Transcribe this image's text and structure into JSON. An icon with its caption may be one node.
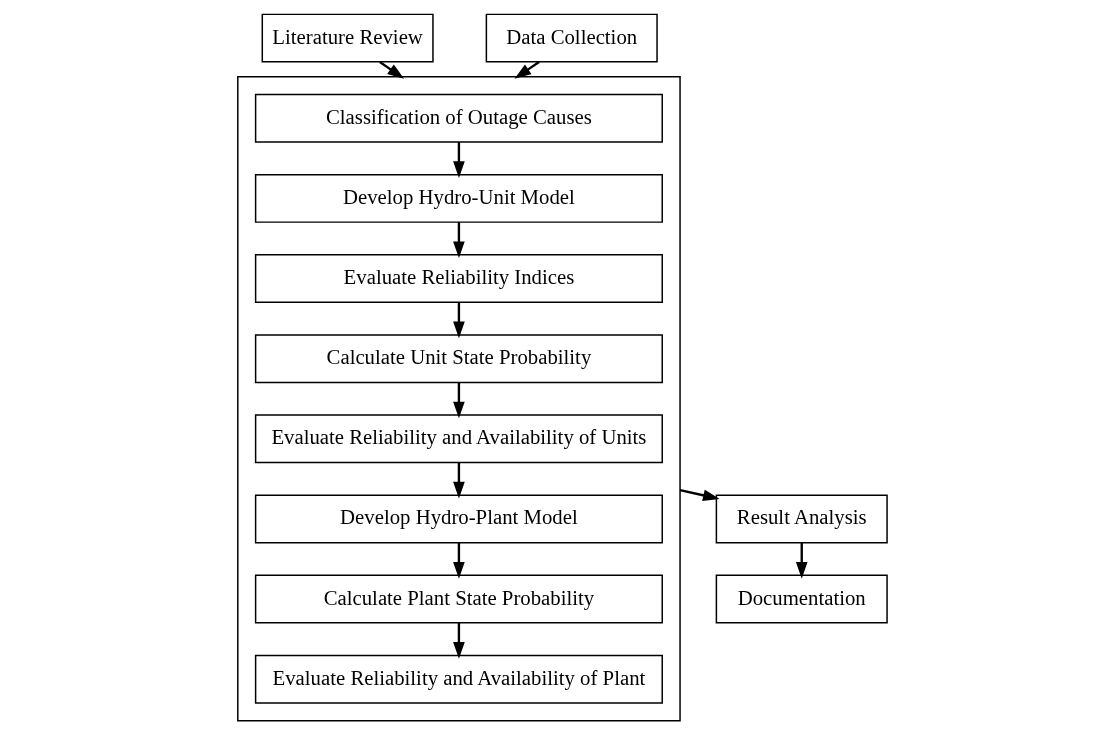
{
  "diagram": {
    "nodes": [
      {
        "text": [
          "Literature Review"
        ]
      },
      {
        "text": [
          "Data Collection"
        ]
      },
      {
        "text": [],
        "shape": "box"
      },
      {
        "text": [
          "Classification of Outage Causes"
        ],
        "in": 2
      },
      {
        "text": [
          "Develop Hydro-Unit Model"
        ],
        "in": 2
      },
      {
        "text": [
          "Evaluate Reliability Indices"
        ],
        "in": 2
      },
      {
        "text": [
          "Calculate Unit State Probability"
        ],
        "in": 2
      },
      {
        "text": [
          "Evaluate Reliability and Availability of Units"
        ],
        "in": 2
      },
      {
        "text": [
          "Develop Hydro-Plant Model"
        ],
        "in": 2
      },
      {
        "text": [
          "Calculate Plant State Probability"
        ],
        "in": 2
      },
      {
        "text": [
          "Evaluate Reliability and Availability of Plant"
        ],
        "in": 2
      },
      {
        "text": [
          "Result Analysis"
        ]
      },
      {
        "text": [
          "Documentation"
        ]
      }
    ],
    "edges": [
      {
        "from": 0,
        "to": 2,
        "arrow": "to"
      },
      {
        "from": 1,
        "to": 2,
        "arrow": "to"
      },
      {
        "from": 3,
        "to": 4,
        "arrow": "to"
      },
      {
        "from": 4,
        "to": 5,
        "arrow": "to"
      },
      {
        "from": 5,
        "to": 6,
        "arrow": "to"
      },
      {
        "from": 6,
        "to": 7,
        "arrow": "to"
      },
      {
        "from": 7,
        "to": 8,
        "arrow": "to"
      },
      {
        "from": 8,
        "to": 9,
        "arrow": "to"
      },
      {
        "from": 9,
        "to": 10,
        "arrow": "to"
      },
      {
        "from": 2,
        "to": 11,
        "arrow": "to"
      },
      {
        "from": 11,
        "to": 12,
        "arrow": "to"
      }
    ]
  }
}
